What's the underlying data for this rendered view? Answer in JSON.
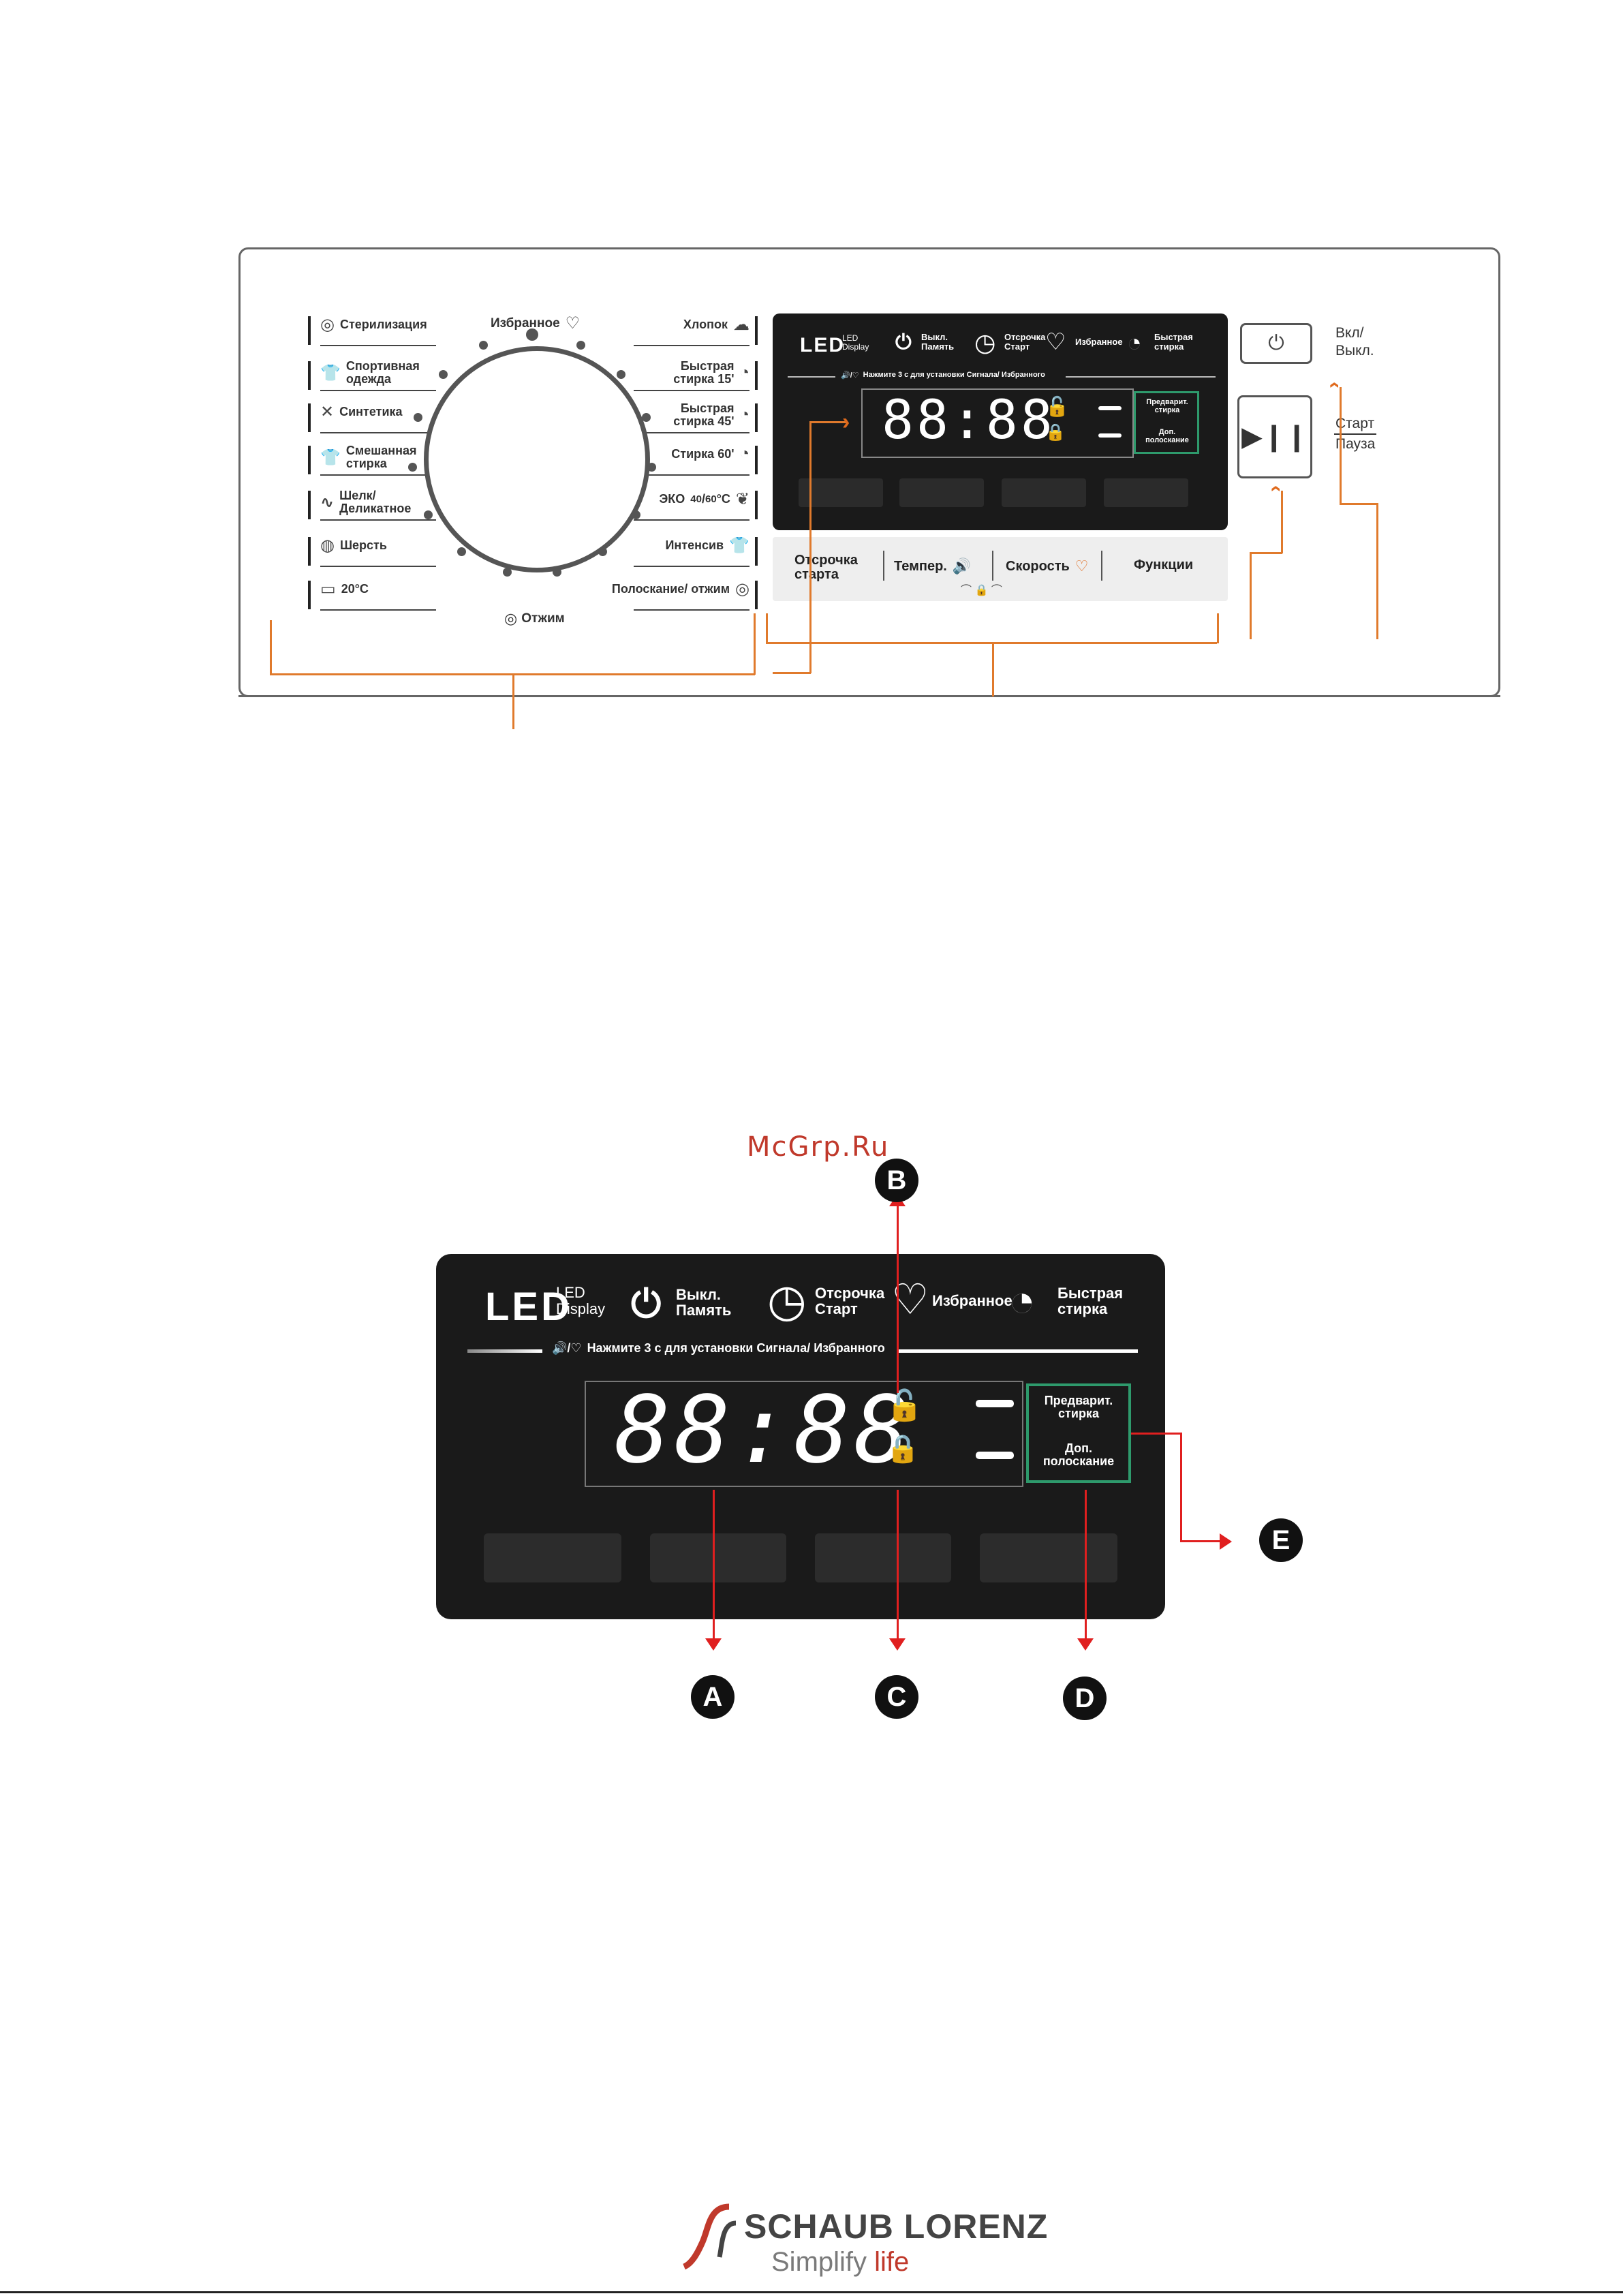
{
  "panel": {
    "programs_left": [
      {
        "label": "Стерилизация",
        "icon": "sterilize-icon",
        "glyph": "◎"
      },
      {
        "label": "Спортивная\nодежда",
        "icon": "shirt-icon",
        "glyph": "👕"
      },
      {
        "label": "Синтетика",
        "icon": "synthetic-icon",
        "glyph": "✕"
      },
      {
        "label": "Смешанная\nстирка",
        "icon": "mixed-icon",
        "glyph": "👕"
      },
      {
        "label": "Шелк/\nДеликатное",
        "icon": "silk-icon",
        "glyph": "∿"
      },
      {
        "label": "Шерсть",
        "icon": "wool-icon",
        "glyph": "◍"
      },
      {
        "label": "20°C",
        "icon": "temp-20-icon",
        "glyph": "▭"
      }
    ],
    "programs_right": [
      {
        "label": "Хлопок",
        "icon": "cotton-icon",
        "glyph": "☁"
      },
      {
        "label": "Быстрая\nстирка 15'",
        "icon": "quick15-icon",
        "glyph": "◔"
      },
      {
        "label": "Быстрая\nстирка 45'",
        "icon": "quick45-icon",
        "glyph": "◔"
      },
      {
        "label": "Стирка 60'",
        "icon": "wash60-icon",
        "glyph": "◔"
      },
      {
        "label": "ЭКО",
        "sup": "40",
        "sub": "60",
        "unit": "°C",
        "icon": "eco-icon",
        "glyph": "❦"
      },
      {
        "label": "Интенсив",
        "icon": "intensive-icon",
        "glyph": "👕"
      },
      {
        "label": "Полоскание/ отжим",
        "icon": "rinse-spin-icon",
        "glyph": "◎"
      }
    ],
    "dial_top": "Избранное",
    "dial_bottom": "Отжим",
    "mini_display": {
      "led": "LED",
      "led_small": "LED\nDisplay",
      "off_memory": "Выкл.\nПамять",
      "delay_start": "Отсрочка\nСтарт",
      "favorite": "Избранное",
      "quick_wash": "Быстрая\nстирка",
      "hint": "Нажмите 3 с для установки Сигнала/ Избранного",
      "digits": "88:88",
      "prewash": "Предварит.\nстирка",
      "extra_rinse": "Доп.\nполоскание"
    },
    "touch_buttons": {
      "delay": "Отсрочка\nстарта",
      "temp": "Темпер.",
      "speed": "Скорость",
      "functions": "Функции"
    },
    "power_label": "Вкл/\nВыкл.",
    "start_label": "Старт",
    "pause_label": "Пауза"
  },
  "display": {
    "led": "LED",
    "led_small_top": "LED",
    "led_small_bottom": "Display",
    "off_memory": "Выкл.\nПамять",
    "delay_start": "Отсрочка\nСтарт",
    "favorite": "Избранное",
    "quick_wash": "Быстрая\nстирка",
    "hint": "Нажмите 3 с для установки Сигнала/ Избранного",
    "digits": "88:88",
    "prewash": "Предварит.\nстирка",
    "extra_rinse": "Доп.\nполоскание",
    "callouts": [
      "A",
      "B",
      "C",
      "D",
      "E"
    ]
  },
  "watermark": "McGrp.Ru",
  "brand": {
    "name": "SCHAUB LORENZ",
    "tagline_a": "Simplify ",
    "tagline_b": "life"
  },
  "colors": {
    "accent": "#e07a2c",
    "callout_line": "#e01f1f",
    "display_bg": "#1a1a1a",
    "green_frame": "#2e9a6c"
  }
}
